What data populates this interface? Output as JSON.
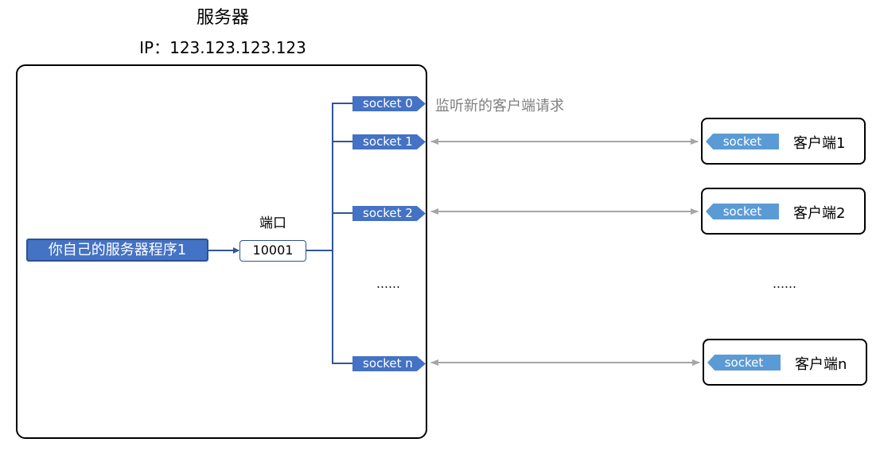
{
  "server": {
    "title": "服务器",
    "ip_label": "IP：",
    "ip_value": "123.123.123.123"
  },
  "program": {
    "label": "你自己的服务器程序1"
  },
  "port": {
    "label": "端口",
    "value": "10001"
  },
  "sockets": [
    {
      "label": "socket 0",
      "note": "监听新的客户端请求"
    },
    {
      "label": "socket 1"
    },
    {
      "label": "socket 2"
    },
    {
      "label": "socket n"
    }
  ],
  "ellipsis": "……",
  "clients": [
    {
      "socket_label": "socket",
      "name": "客户端1"
    },
    {
      "socket_label": "socket",
      "name": "客户端2"
    },
    {
      "socket_label": "socket",
      "name": "客户端n"
    }
  ],
  "colors": {
    "socket_fill": "#4472c4",
    "client_socket_fill": "#5b9bd5",
    "connector_blue": "#2f5597",
    "arrow_gray": "#a6a6a6",
    "note_gray": "#808080"
  }
}
